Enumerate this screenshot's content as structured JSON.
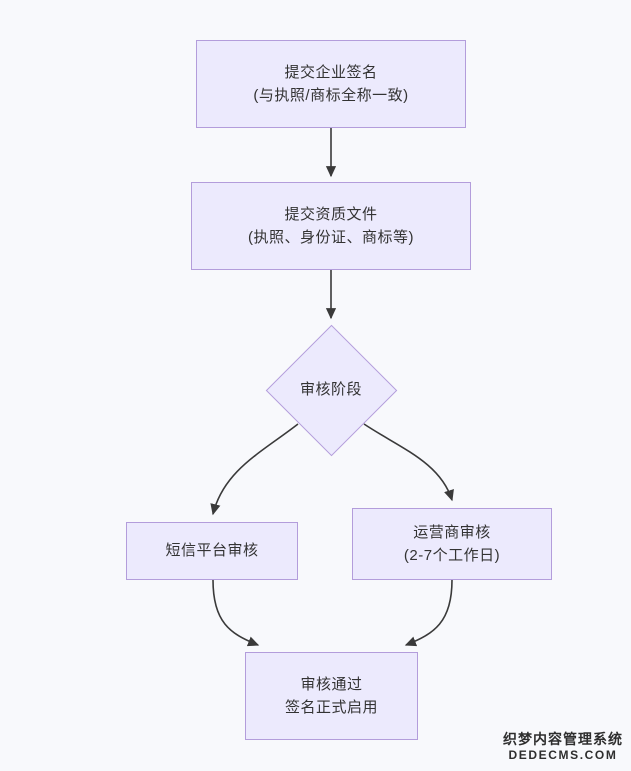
{
  "diagram": {
    "type": "flowchart",
    "orientation": "top-to-bottom",
    "background_color": "#f8f9fc",
    "node_fill_color": "#eceafd",
    "node_border_color": "#b39ddb",
    "edge_color": "#3a3a3a",
    "text_color": "#333333",
    "nodes": [
      {
        "id": "submit-signature",
        "shape": "rectangle",
        "lines": [
          "提交企业签名",
          "(与执照/商标全称一致)"
        ]
      },
      {
        "id": "submit-documents",
        "shape": "rectangle",
        "lines": [
          "提交资质文件",
          "(执照、身份证、商标等)"
        ]
      },
      {
        "id": "review-stage",
        "shape": "diamond",
        "lines": [
          "审核阶段"
        ]
      },
      {
        "id": "sms-review",
        "shape": "rectangle",
        "lines": [
          "短信平台审核"
        ]
      },
      {
        "id": "carrier-review",
        "shape": "rectangle",
        "lines": [
          "运营商审核",
          "(2-7个工作日)"
        ]
      },
      {
        "id": "approved",
        "shape": "rectangle",
        "lines": [
          "审核通过",
          "签名正式启用"
        ]
      }
    ],
    "edges": [
      {
        "from": "submit-signature",
        "to": "submit-documents",
        "style": "straight",
        "label": ""
      },
      {
        "from": "submit-documents",
        "to": "review-stage",
        "style": "straight",
        "label": ""
      },
      {
        "from": "review-stage",
        "to": "sms-review",
        "style": "curved",
        "label": ""
      },
      {
        "from": "review-stage",
        "to": "carrier-review",
        "style": "curved",
        "label": ""
      },
      {
        "from": "sms-review",
        "to": "approved",
        "style": "curved",
        "label": ""
      },
      {
        "from": "carrier-review",
        "to": "approved",
        "style": "curved",
        "label": ""
      }
    ]
  },
  "watermark": {
    "cn": "织梦内容管理系统",
    "en": "DEDECMS.COM"
  }
}
